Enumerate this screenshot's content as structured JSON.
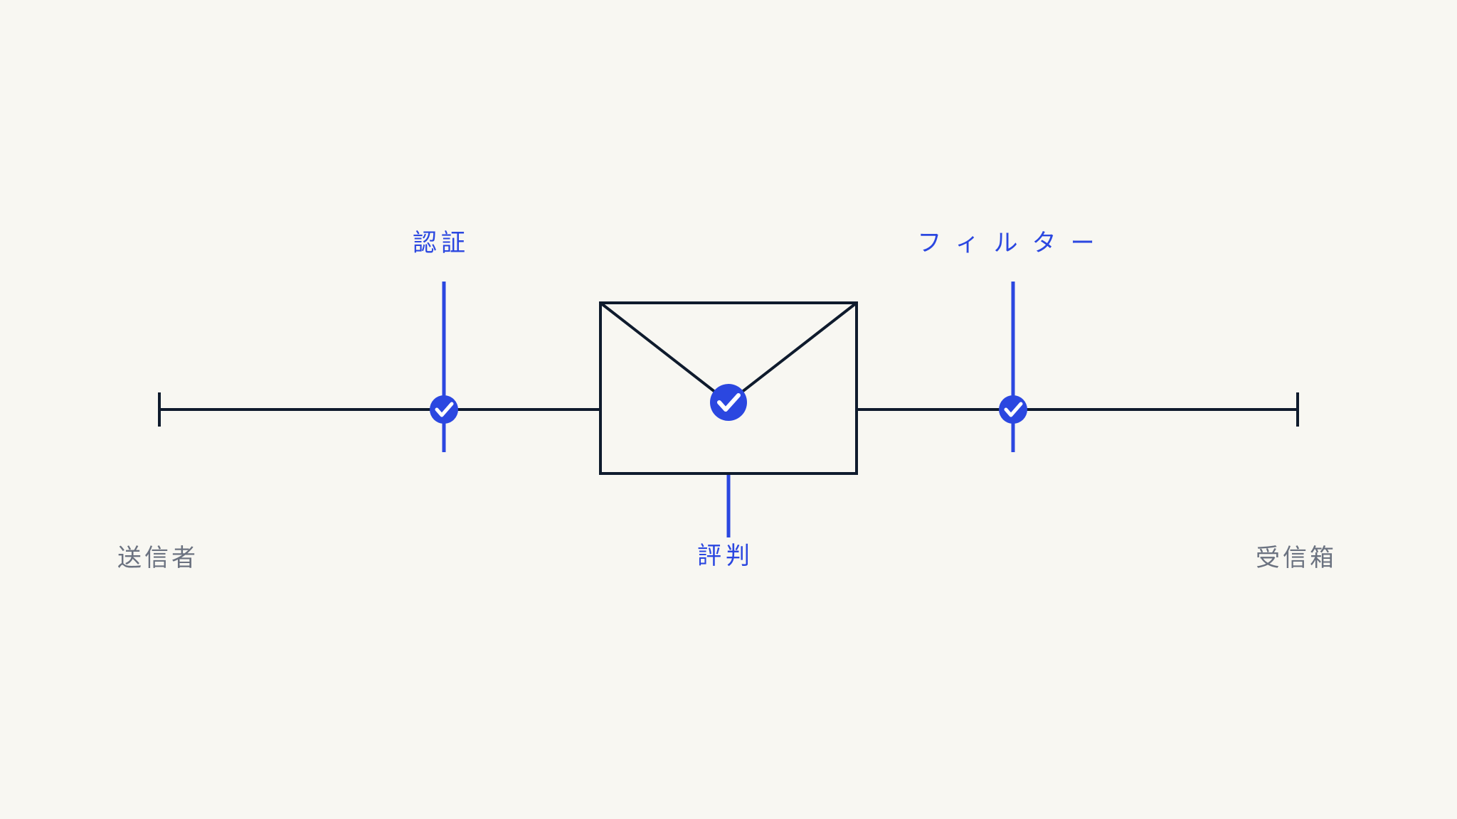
{
  "colors": {
    "background": "#f8f7f2",
    "line": "#0f1b2d",
    "accent": "#2b47e0",
    "muted_text": "#6b7280",
    "check": "#ffffff"
  },
  "endpoints": {
    "sender": "送信者",
    "inbox": "受信箱"
  },
  "stages": {
    "authentication": "認証",
    "reputation": "評判",
    "filter": "フィルター"
  },
  "icons": {
    "envelope": "envelope-icon",
    "check": "check-circle-icon"
  }
}
